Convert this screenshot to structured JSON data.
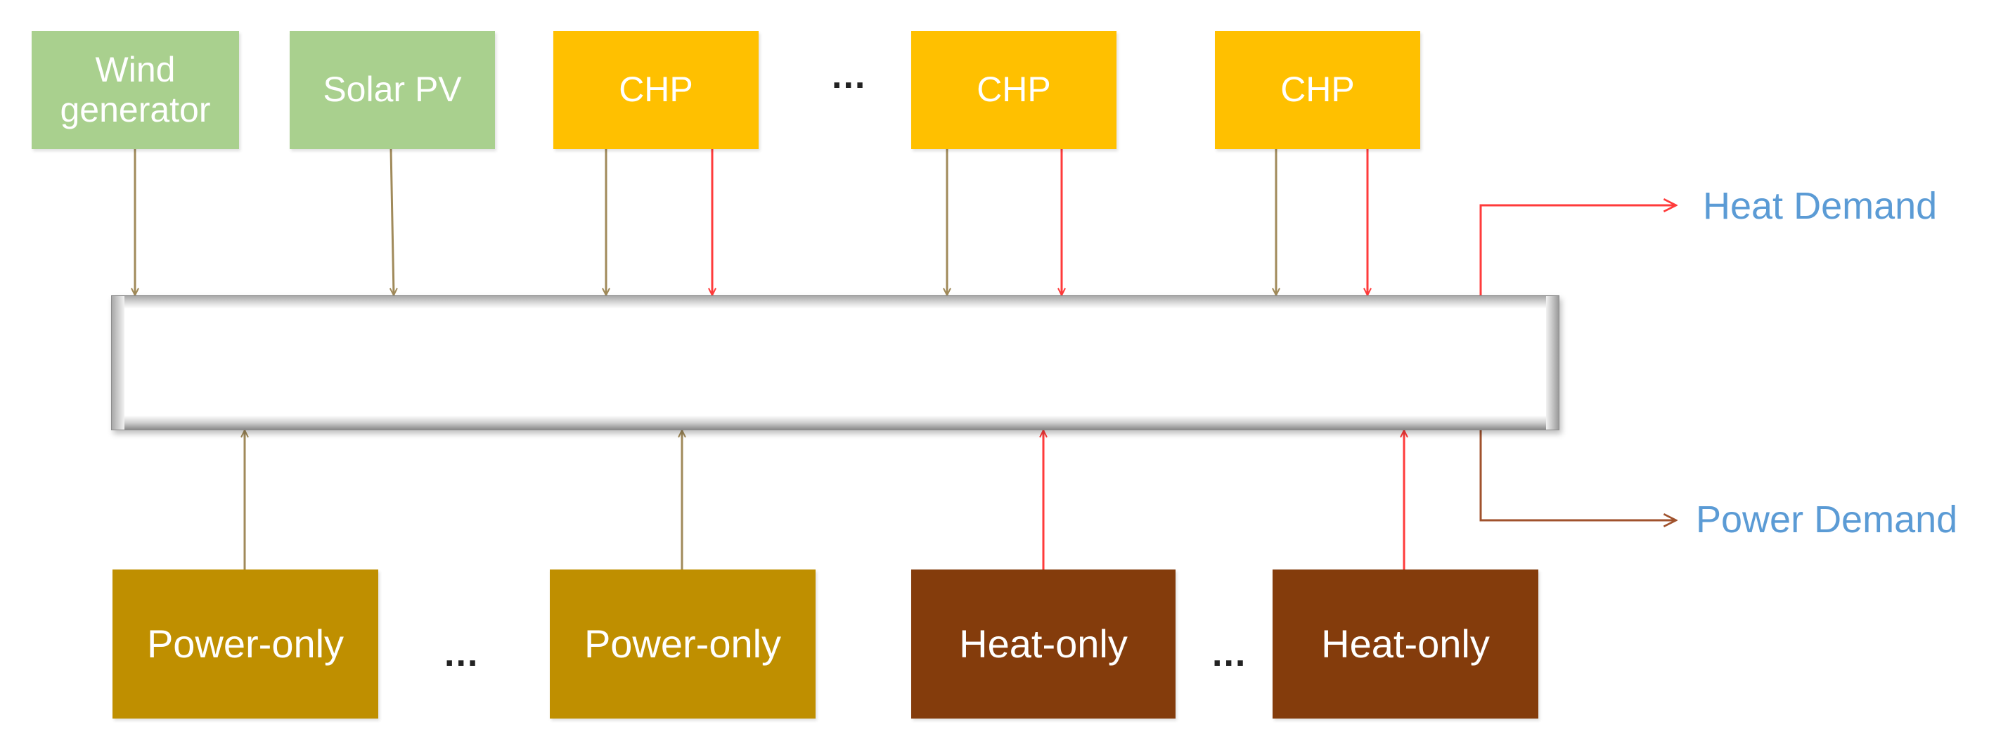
{
  "colors": {
    "renewable": "#a9d08e",
    "chp": "#ffc000",
    "power_only": "#bf8f00",
    "heat_only": "#843c0c",
    "power_line": "#a08a5a",
    "heat_line": "#ff3b3b",
    "demand_text": "#5b9bd5"
  },
  "top_units": [
    {
      "lines": [
        "Wind",
        "generator"
      ]
    },
    {
      "lines": [
        "Solar PV"
      ]
    },
    {
      "lines": [
        "CHP"
      ]
    },
    {
      "lines": [
        "CHP"
      ]
    },
    {
      "lines": [
        "CHP"
      ]
    }
  ],
  "top_ellipsis": "...",
  "bottom_units": [
    {
      "label": "Power-only"
    },
    {
      "label": "Power-only"
    },
    {
      "label": "Heat-only"
    },
    {
      "label": "Heat-only"
    }
  ],
  "bottom_ellipsis_1": "...",
  "bottom_ellipsis_2": "...",
  "demands": {
    "heat": "Heat Demand",
    "power": "Power Demand"
  }
}
